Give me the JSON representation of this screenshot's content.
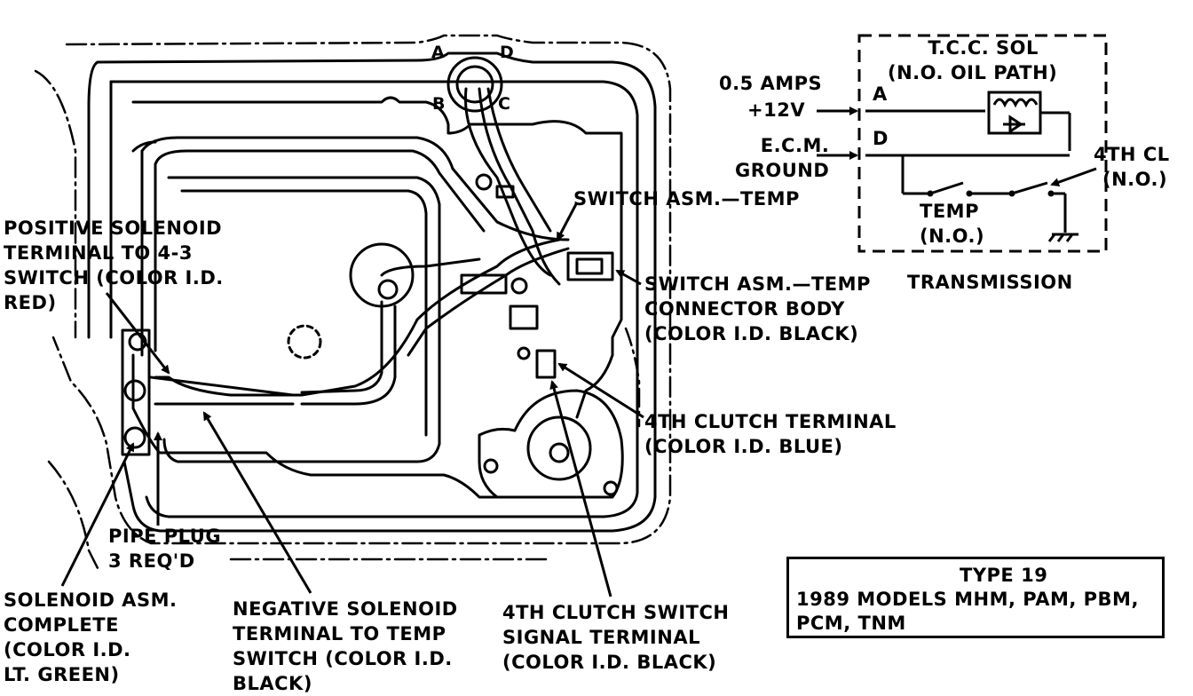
{
  "connector_pins": {
    "a": "A",
    "b": "B",
    "c": "C",
    "d": "D"
  },
  "labels": {
    "positive_solenoid": [
      "POSITIVE SOLENOID",
      "TERMINAL TO 4-3",
      "SWITCH (COLOR I.D.",
      "RED)"
    ],
    "switch_temp": "SWITCH ASM.—TEMP",
    "switch_temp_connector": [
      "SWITCH ASM.—TEMP",
      "CONNECTOR BODY",
      "(COLOR I.D. BLACK)"
    ],
    "transmission": "TRANSMISSION",
    "fourth_clutch_terminal": [
      "4TH CLUTCH TERMINAL",
      "(COLOR I.D. BLUE)"
    ],
    "pipe_plug": [
      "PIPE PLUG",
      "3 REQ'D"
    ],
    "solenoid_asm": [
      "SOLENOID ASM.",
      "COMPLETE",
      "(COLOR I.D.",
      "LT. GREEN)"
    ],
    "negative_solenoid": [
      "NEGATIVE SOLENOID",
      "TERMINAL TO TEMP",
      "SWITCH (COLOR I.D.",
      "BLACK)"
    ],
    "fourth_clutch_switch": [
      "4TH CLUTCH SWITCH",
      "SIGNAL TERMINAL",
      "(COLOR I.D. BLACK)"
    ]
  },
  "schematic": {
    "tcc_sol": [
      "T.C.C. SOL",
      "(N.O. OIL PATH)"
    ],
    "amps": "0.5 AMPS",
    "voltage": "+12V",
    "ecm_ground": [
      "E.C.M.",
      "GROUND"
    ],
    "pin_a": "A",
    "pin_d": "D",
    "fourth_cl": [
      "4TH CL",
      "(N.O.)"
    ],
    "temp": [
      "TEMP",
      "(N.O.)"
    ]
  },
  "type_box": {
    "line1": "TYPE 19",
    "line2": "1989 MODELS MHM, PAM, PBM,",
    "line3": "PCM, TNM"
  }
}
